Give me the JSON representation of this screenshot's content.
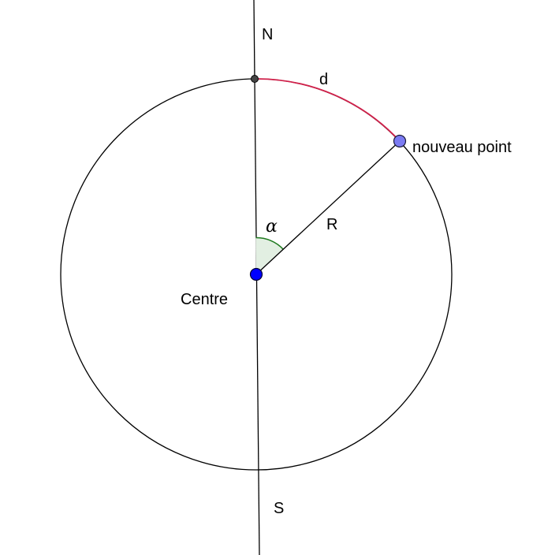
{
  "labels": {
    "north": "N",
    "south": "S",
    "arc": "d",
    "radius": "R",
    "angle": "α",
    "center": "Centre",
    "new_point": "nouveau point"
  },
  "colors": {
    "background": "#ffffff",
    "stroke": "#000000",
    "arc": "#d0204a",
    "angle_stroke": "#1f7a1f",
    "angle_fill": "#e2efe2",
    "center_point": "#0000ff",
    "new_point": "#7b7bf2",
    "north_point": "#444444"
  }
}
